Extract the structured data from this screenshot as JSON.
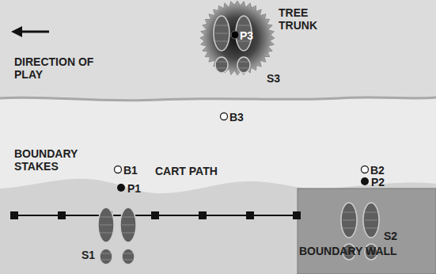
{
  "diagram": {
    "labels": [
      "TREE TRUNK",
      "DIRECTION OF PLAY",
      "BOUNDARY STAKES",
      "CART PATH",
      "BOUNDARY WALL",
      "P3",
      "S3",
      "B3",
      "B1",
      "P1",
      "S1",
      "B2",
      "P2",
      "S2"
    ]
  }
}
